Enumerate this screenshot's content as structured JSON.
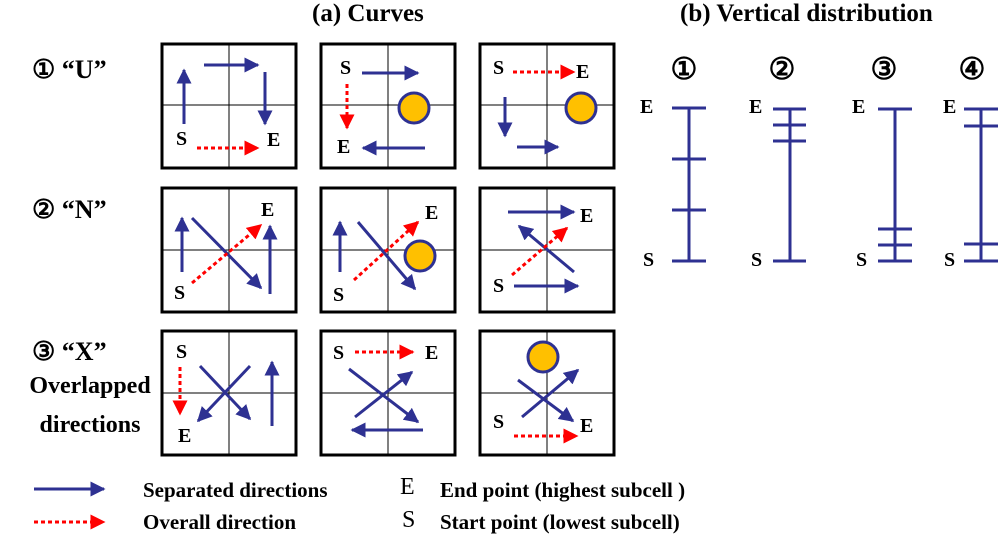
{
  "titles": {
    "curves": "(a) Curves",
    "vertical": "(b) Vertical distribution"
  },
  "rows": [
    {
      "label": "① “U”"
    },
    {
      "label": "② “N”"
    },
    {
      "label": "③ “X”",
      "sublabel_1": "Overlapped",
      "sublabel_2": "directions"
    }
  ],
  "point_labels": {
    "start": "S",
    "end": "E"
  },
  "vertical_columns": [
    "①",
    "②",
    "③",
    "④"
  ],
  "legend": {
    "separated": "Separated directions",
    "overall": "Overall direction",
    "end_letter": "E",
    "end_text": "End point (highest subcell )",
    "start_letter": "S",
    "start_text": "Start point (lowest subcell)"
  },
  "colors": {
    "separated_arrow": "#2e3192",
    "overall_arrow": "#ff0000",
    "obstacle_fill": "#ffc000",
    "obstacle_stroke": "#2e3192",
    "cell_border": "#000000",
    "grid_line": "#000000"
  }
}
